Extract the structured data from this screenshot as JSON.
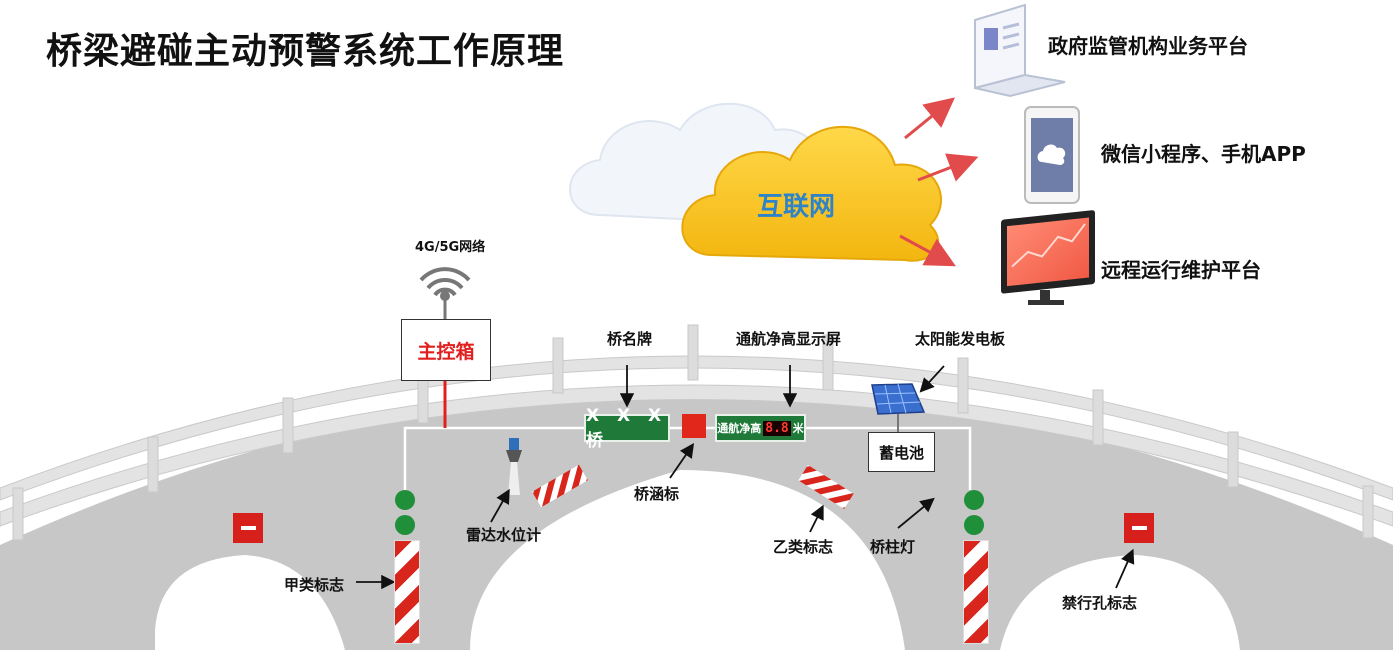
{
  "title": "桥梁避碰主动预警系统工作原理",
  "cloud_label": "互联网",
  "network_label": "4G/5G网络",
  "control_box": "主控箱",
  "platforms": [
    {
      "label": "政府监管机构业务平台",
      "icon": "laptop-icon"
    },
    {
      "label": "微信小程序、手机APP",
      "icon": "phone-icon"
    },
    {
      "label": "远程运行维护平台",
      "icon": "monitor-icon"
    }
  ],
  "bridge": {
    "name_plate": "X X X 桥",
    "clearance_screen": {
      "text": "通航净高",
      "digits": "8.8",
      "unit": "米"
    },
    "battery": "蓄电池"
  },
  "labels": {
    "bridge_name": "桥名牌",
    "clearance_display": "通航净高显示屏",
    "solar_panel": "太阳能发电板",
    "culvert_sign": "桥涵标",
    "radar": "雷达水位计",
    "class_b_sign": "乙类标志",
    "pillar_light": "桥柱灯",
    "class_a_sign": "甲类标志",
    "no_pass_sign": "禁行孔标志"
  },
  "colors": {
    "accent_red": "#e1261c",
    "sign_green": "#1f7a3a",
    "cloud_yellow": "#f6c21a",
    "cloud_text": "#2e84c8",
    "bridge_gray": "#c7c7c7"
  }
}
